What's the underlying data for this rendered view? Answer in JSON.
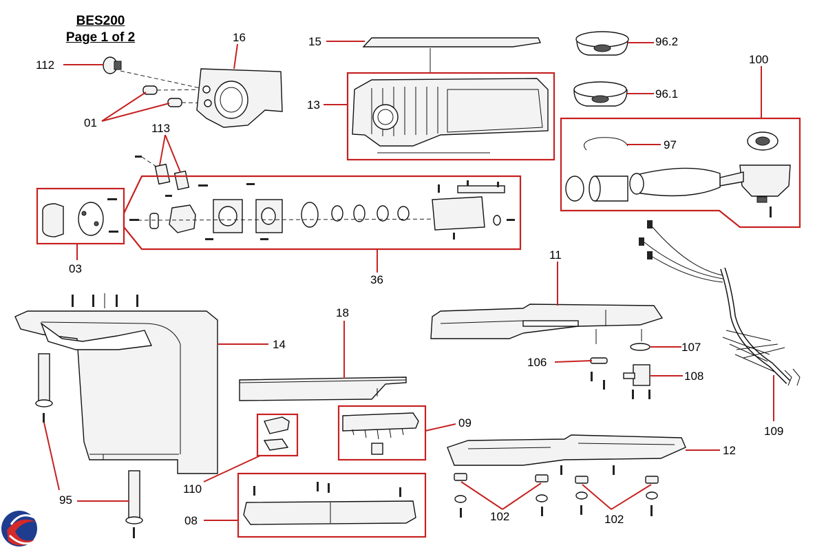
{
  "header": {
    "model": "BES200",
    "page": "Page 1 of 2"
  },
  "accent_color": "#c62121",
  "labels": {
    "p16": "16",
    "p15": "15",
    "p962": "96.2",
    "p112": "112",
    "p961": "96.1",
    "p100": "100",
    "p13": "13",
    "p01": "01",
    "p113": "113",
    "p97": "97",
    "p03": "03",
    "p36": "36",
    "p11": "11",
    "p18": "18",
    "p14": "14",
    "p107": "107",
    "p106": "106",
    "p108": "108",
    "p09": "09",
    "p109": "109",
    "p12": "12",
    "p110": "110",
    "p95": "95",
    "p102a": "102",
    "p102b": "102",
    "p08": "08"
  },
  "logo": {
    "name": "parts-logo-icon",
    "colors": [
      "#1e3d8f",
      "#d42a2a"
    ]
  }
}
